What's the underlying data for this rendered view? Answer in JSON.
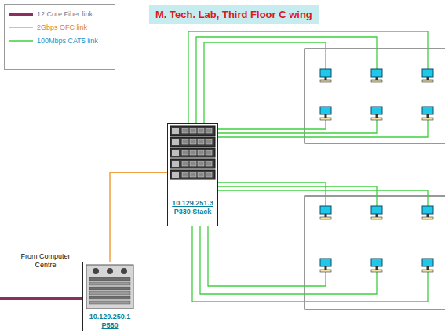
{
  "diagram": {
    "title": "M. Tech. Lab, Third Floor C wing",
    "nodes": [
      {
        "text": [
          "10.129.251.3",
          "P330 Stack"
        ]
      },
      {
        "text": [
          "10.129.250.1",
          "P580"
        ]
      }
    ],
    "edges": [
      {
        "from": 1,
        "to": 0,
        "arrow": "none"
      }
    ],
    "labels": [
      "From Computer Centre"
    ],
    "legend": [
      {
        "text": "12 Core Fiber link"
      },
      {
        "text": "2Gbps OFC link"
      },
      {
        "text": "100Mbps CAT5 link"
      }
    ]
  }
}
